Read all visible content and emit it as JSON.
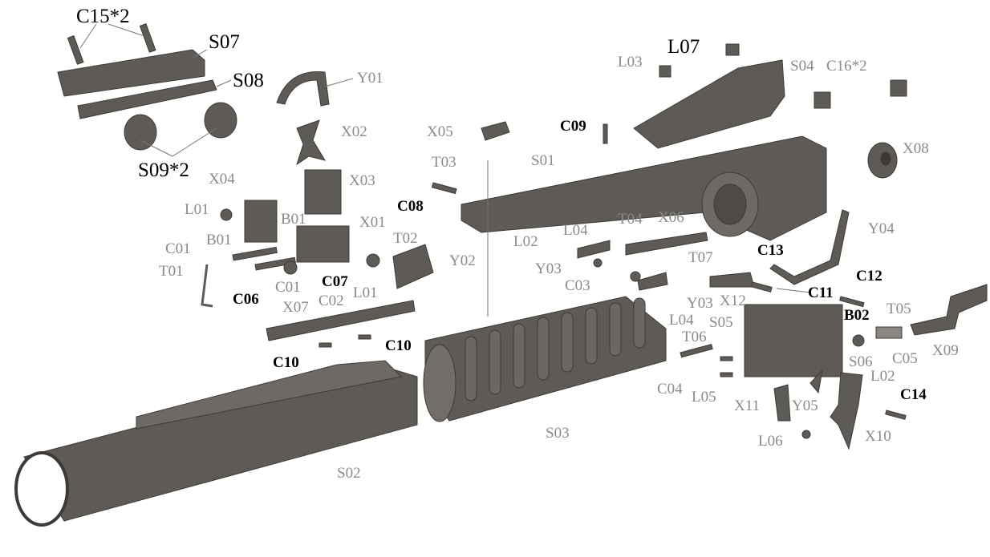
{
  "title": "Grenade launcher exploded parts diagram",
  "labels": {
    "C15": "C15*2",
    "S07": "S07",
    "S08": "S08",
    "S09": "S09*2",
    "Y01": "Y01",
    "X02": "X02",
    "X04": "X04",
    "X03": "X03",
    "L01a": "L01",
    "B01a": "B01",
    "X01": "X01",
    "B01b": "B01",
    "T02": "T02",
    "C01a": "C01",
    "Y02": "Y02",
    "T01": "T01",
    "C07": "C07",
    "C01b": "C01",
    "L01b": "L01",
    "C06": "C06",
    "C02": "C02",
    "X07": "X07",
    "C10a": "C10",
    "C10b": "C10",
    "X05": "X05",
    "C09": "C09",
    "T03": "T03",
    "S01": "S01",
    "C08": "C08",
    "L02a": "L02",
    "L04a": "L04",
    "T04": "T04",
    "X06": "X06",
    "Y03a": "Y03",
    "C03": "C03",
    "T07": "T07",
    "Y03b": "Y03",
    "X12": "X12",
    "L04b": "L04",
    "L07": "L07",
    "L03": "L03",
    "S04": "S04",
    "C16": "C16*2",
    "X08": "X08",
    "C13": "C13",
    "Y04": "Y04",
    "C12": "C12",
    "C11": "C11",
    "S05": "S05",
    "B02": "B02",
    "T05": "T05",
    "T06": "T06",
    "C05": "C05",
    "X09": "X09",
    "S06": "S06",
    "C04": "C04",
    "L02b": "L02",
    "C14": "C14",
    "L05": "L05",
    "X11": "X11",
    "Y05": "Y05",
    "X10": "X10",
    "S03": "S03",
    "L06": "L06",
    "S02": "S02"
  },
  "colors": {
    "part": "#5e5a56",
    "part_light": "#7a7570",
    "label_gray": "#8a8a8a",
    "label_black": "#000000"
  }
}
